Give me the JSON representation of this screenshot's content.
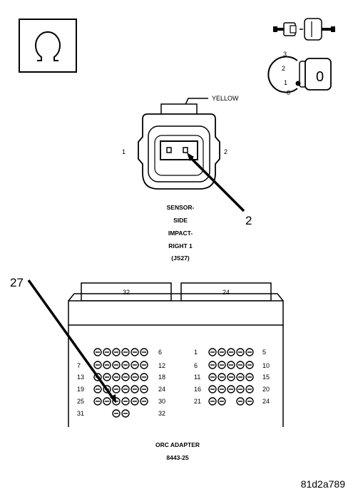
{
  "sensor_connector": {
    "wire_color": "YELLOW",
    "pin_labels": [
      "1",
      "2"
    ],
    "callout": "2",
    "label_lines": [
      "SENSOR-",
      "SIDE",
      "IMPACT-",
      "RIGHT 1",
      "(JS27)"
    ]
  },
  "ignition_switch": {
    "positions": [
      "3",
      "2",
      "1",
      "0"
    ],
    "key_symbol": "0"
  },
  "orc_adapter": {
    "callout": "27",
    "left_header": "32",
    "right_header": "24",
    "left_labels": [
      {
        "l": "",
        "r": "6"
      },
      {
        "l": "7",
        "r": "12"
      },
      {
        "l": "13",
        "r": "18"
      },
      {
        "l": "19",
        "r": "24"
      },
      {
        "l": "25",
        "r": "30"
      },
      {
        "l": "31",
        "r": "32"
      }
    ],
    "right_labels": [
      {
        "l": "1",
        "r": "5"
      },
      {
        "l": "6",
        "r": "10"
      },
      {
        "l": "11",
        "r": "15"
      },
      {
        "l": "16",
        "r": "20"
      },
      {
        "l": "21",
        "r": "24"
      }
    ],
    "label_lines": [
      "ORC ADAPTER",
      "8443-25"
    ]
  },
  "reference_number": "81d2a789"
}
